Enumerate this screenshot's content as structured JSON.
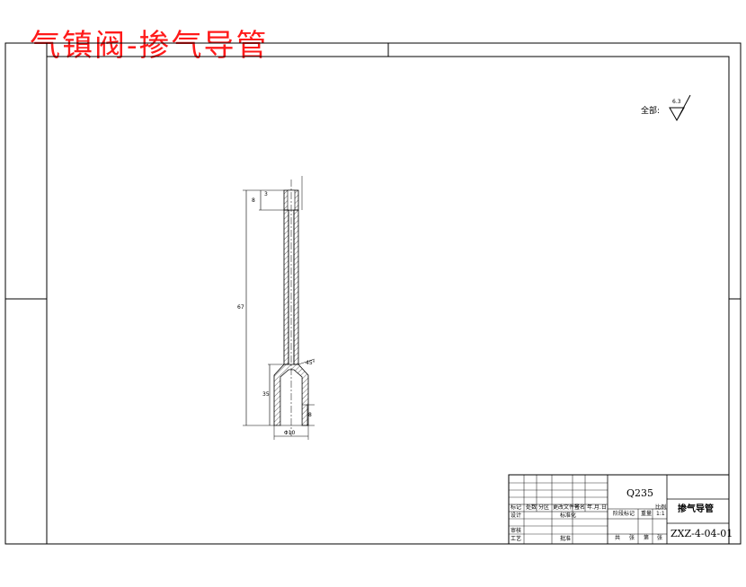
{
  "banner": {
    "title": "气镇阀-掺气导管"
  },
  "roughness": {
    "label": "全部:",
    "value": "6.3"
  },
  "drawing": {
    "dims": {
      "total_length": "67",
      "top_step": "3",
      "top_small": "8",
      "bottom_len": "35",
      "bottom_small": "8",
      "bottom_dia": "Φ10",
      "chamfer": "45°"
    }
  },
  "title_block": {
    "material": "Q235",
    "part_name": "掺气导管",
    "drawing_no": "ZXZ-4-04-01",
    "scale": "1:1",
    "cells": {
      "mark": "标记",
      "count": "处数",
      "zone": "分区",
      "change_doc": "更改文件号",
      "sign": "签名",
      "date": "年.月.日",
      "design": "设计",
      "standardize": "标准化",
      "stage_mark": "阶段标记",
      "weight": "重量",
      "ratio": "比例",
      "review": "审核",
      "process": "工艺",
      "approve": "批准",
      "sheets_total": "共",
      "sheets": "张",
      "sheet_no": "第",
      "sheet_unit": "张"
    }
  }
}
